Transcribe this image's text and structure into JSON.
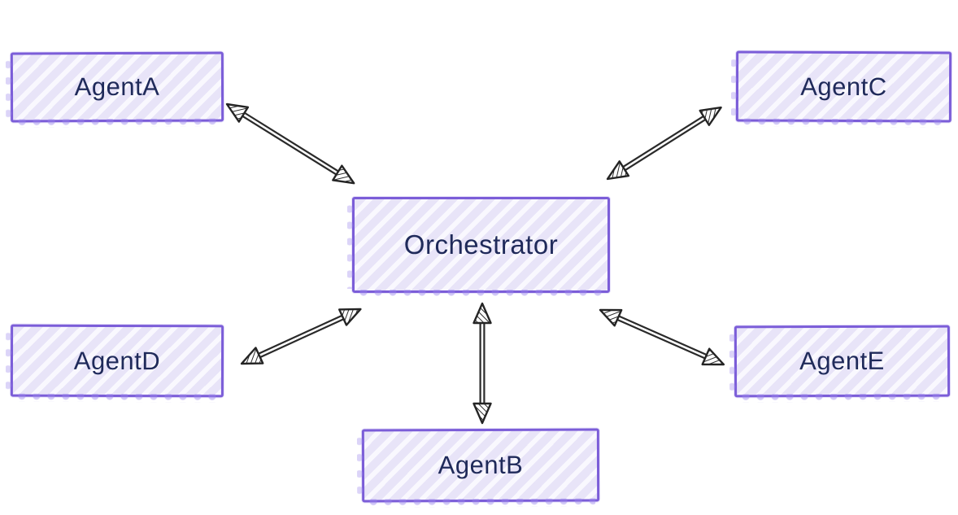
{
  "diagram": {
    "type": "graph",
    "sketch_style": "hand-drawn",
    "nodes": [
      {
        "id": "orchestrator",
        "label": "Orchestrator",
        "role": "center"
      },
      {
        "id": "agent-a",
        "label": "AgentA",
        "position": "top-left"
      },
      {
        "id": "agent-b",
        "label": "AgentB",
        "position": "bottom-center"
      },
      {
        "id": "agent-c",
        "label": "AgentC",
        "position": "top-right"
      },
      {
        "id": "agent-d",
        "label": "AgentD",
        "position": "mid-left"
      },
      {
        "id": "agent-e",
        "label": "AgentE",
        "position": "mid-right"
      }
    ],
    "edges": [
      {
        "from": "agent-a",
        "to": "orchestrator",
        "direction": "bidirectional"
      },
      {
        "from": "agent-c",
        "to": "orchestrator",
        "direction": "bidirectional"
      },
      {
        "from": "agent-d",
        "to": "orchestrator",
        "direction": "bidirectional"
      },
      {
        "from": "agent-e",
        "to": "orchestrator",
        "direction": "bidirectional"
      },
      {
        "from": "agent-b",
        "to": "orchestrator",
        "direction": "bidirectional"
      }
    ],
    "colors": {
      "node_border": "#7b5dd8",
      "node_fill": "#e8e4f8",
      "node_stripe": "#f9f8fe",
      "node_text": "#1f2a5a",
      "edge_stroke": "#2a2a2a",
      "background": "#ffffff"
    }
  }
}
